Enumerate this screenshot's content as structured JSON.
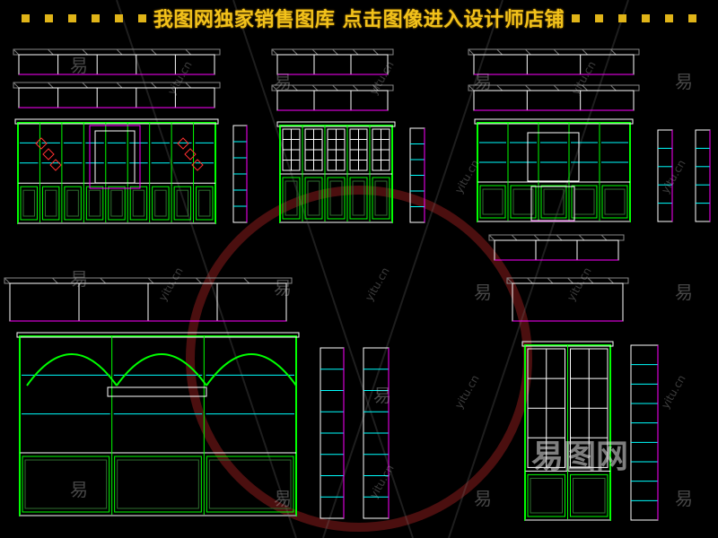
{
  "banner": {
    "title": "我图网独家销售图库 点击图像进入设计师店铺"
  },
  "watermarks": {
    "char": "易",
    "url": "yitu.cn",
    "logo": "易图网"
  },
  "colors": {
    "background": "#000000",
    "banner_text": "#f2c21b",
    "line_green": "#00ff00",
    "line_white": "#ffffff",
    "line_magenta": "#ff00ff",
    "line_cyan": "#00ffff",
    "line_red": "#ff3030"
  }
}
